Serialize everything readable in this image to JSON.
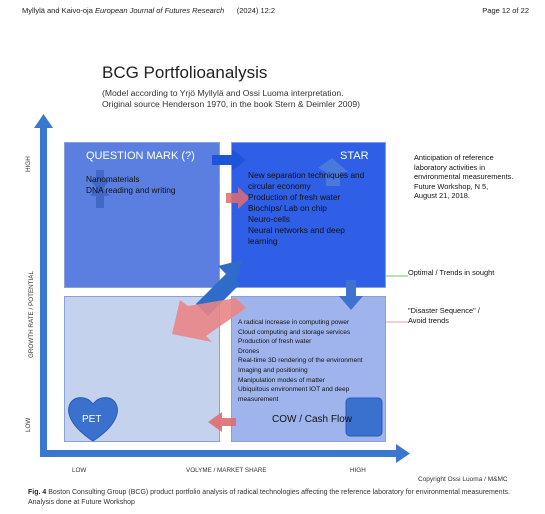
{
  "header": {
    "authors": "Myllylä and Kaivo-oja",
    "journal": "European Journal of Futures Research",
    "citation": "(2024) 12:2",
    "page": "Page 12 of 22"
  },
  "figure": {
    "title": "BCG Portfolioanalysis",
    "subtitle_line1": "(Model  according to Yrjö Myllylä and Ossi Luoma interpretation.",
    "subtitle_line2": "Original source Henderson  1970, in the book Stern & Deimler 2009)",
    "y_axis": {
      "label": "GROWTH RATE / POTENTIAL",
      "high": "HIGH",
      "low": "LOW"
    },
    "x_axis": {
      "label": "VOLYME / MARKET SHARE",
      "low": "LOW",
      "high": "HIGH"
    },
    "quadrants": {
      "question_mark": {
        "title": "QUESTION MARK (?)",
        "items": [
          "Nanomaterials",
          "DNA reading and writing"
        ],
        "color": "#5b7fe0"
      },
      "star": {
        "title": "STAR",
        "items": [
          "New separation techniques and",
          "circular economy",
          "Production of fresh water",
          "Biochips/ Lab on chip",
          "Neuro-cells",
          "Neural networks and deep",
          "learning"
        ],
        "color": "#2e5fe6"
      },
      "pet": {
        "title": "PET",
        "color": "#c5d2ee"
      },
      "cow": {
        "title": "COW / Cash Flow",
        "items": [
          "A radical increase in computing power",
          "Cloud computing and storage services",
          "Production of fresh water",
          "Drones",
          "Real-time  3D rendering of the environment",
          "Imaging  and positioning",
          "Manipulation  modes of matter",
          "Ubiquitous environment IOT and deep",
          "measurement"
        ],
        "color": "#9fb4ec"
      }
    },
    "annotations": {
      "anticipation": [
        "Anticipation of reference",
        "laboratory activities in",
        "environmental measurements.",
        "Future Workshop, N 5,",
        "August 21, 2018."
      ],
      "optimal": "Optimal / Trends in sought",
      "disaster": [
        "\"Disaster Sequence\" /",
        "Avoid trends"
      ]
    },
    "copyright": "Copyright Ossi Luoma / M&MC"
  },
  "caption": {
    "label": "Fig. 4",
    "text": "Boston Consulting Group (BCG) product portfolio analysis of radical technologies affecting the reference laboratory for environmental measurements. Analysis done at Future Workshop"
  }
}
